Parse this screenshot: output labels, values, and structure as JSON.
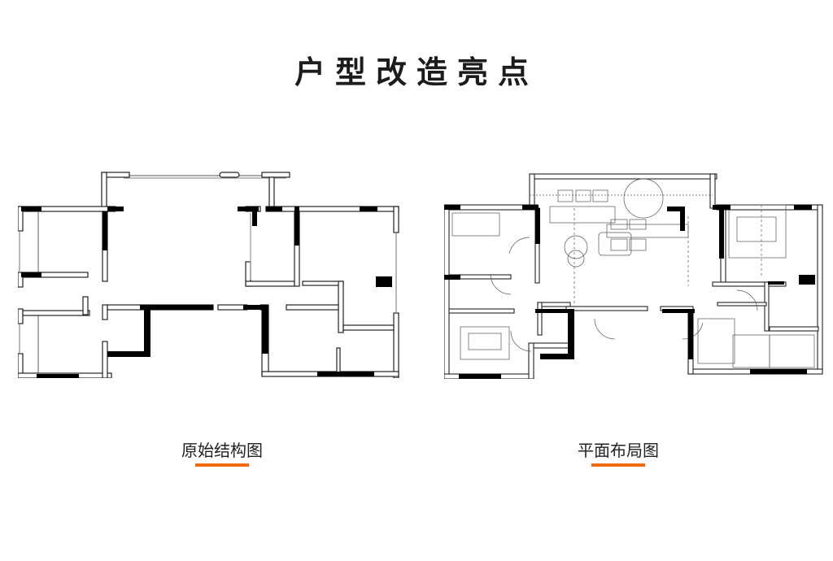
{
  "page": {
    "title": "户型改造亮点"
  },
  "panels": [
    {
      "id": "original",
      "caption": "原始结构图"
    },
    {
      "id": "layout",
      "caption": "平面布局图"
    }
  ],
  "colors": {
    "accent": "#F26A10",
    "wall_fill": "#000000",
    "wall_outline": "#333333",
    "text": "#1c1c1c"
  }
}
